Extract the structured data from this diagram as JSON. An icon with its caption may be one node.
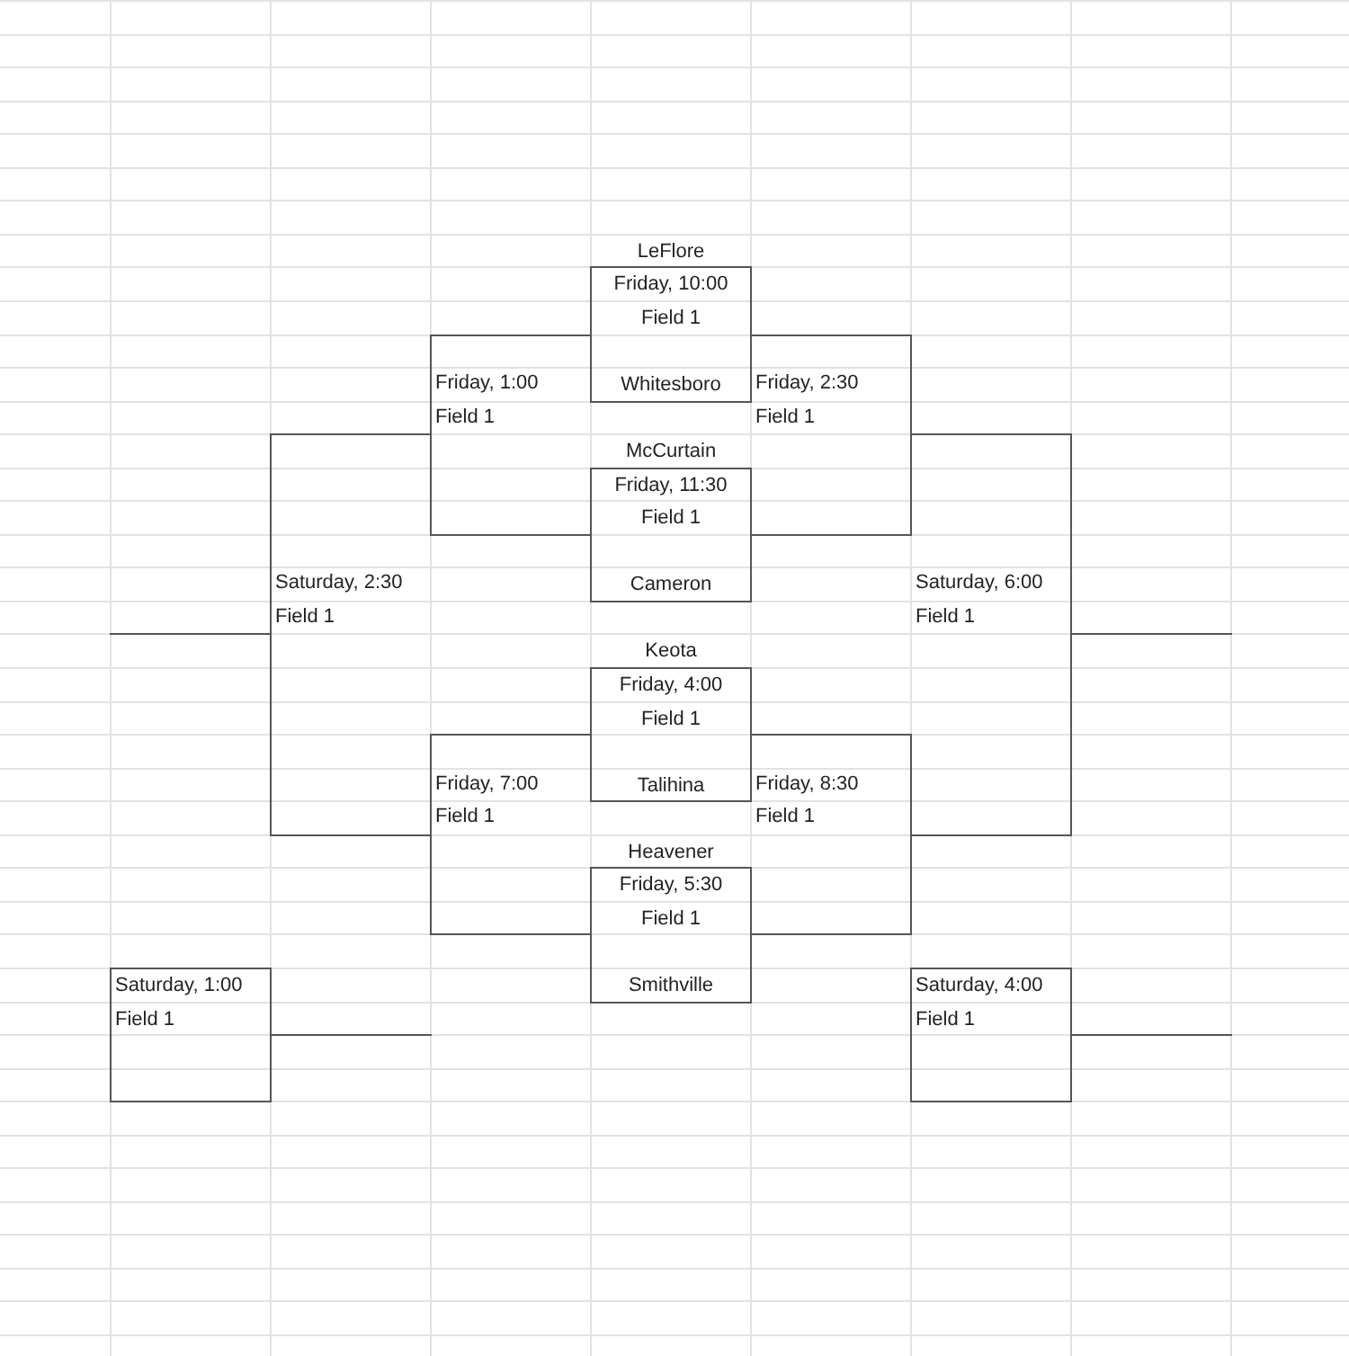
{
  "diagram": {
    "nodes": [
      {
        "text": [
          "LeFlore",
          "Friday, 10:00",
          "Field 1",
          "Whitesboro"
        ]
      },
      {
        "text": [
          "Friday, 1:00",
          "Field 1"
        ]
      },
      {
        "text": [
          "Friday, 2:30",
          "Field 1"
        ]
      },
      {
        "text": [
          "McCurtain",
          "Friday, 11:30",
          "Field 1",
          "Cameron"
        ]
      },
      {
        "text": [
          "Saturday, 2:30",
          "Field 1"
        ]
      },
      {
        "text": [
          "Saturday, 6:00",
          "Field 1"
        ]
      },
      {
        "text": [
          "Keota",
          "Friday, 4:00",
          "Field 1",
          "Talihina"
        ]
      },
      {
        "text": [
          "Friday, 7:00",
          "Field 1"
        ]
      },
      {
        "text": [
          "Friday, 8:30",
          "Field 1"
        ]
      },
      {
        "text": [
          "Heavener",
          "Friday, 5:30",
          "Field 1",
          "Smithville"
        ]
      },
      {
        "text": [
          "Saturday, 1:00",
          "Field 1"
        ]
      },
      {
        "text": [
          "Saturday, 4:00",
          "Field 1"
        ]
      }
    ],
    "edges": [
      {
        "from": 0,
        "to": 1,
        "arrow": "none"
      },
      {
        "from": 3,
        "to": 1,
        "arrow": "none"
      },
      {
        "from": 0,
        "to": 2,
        "arrow": "none"
      },
      {
        "from": 3,
        "to": 2,
        "arrow": "none"
      },
      {
        "from": 6,
        "to": 7,
        "arrow": "none"
      },
      {
        "from": 9,
        "to": 7,
        "arrow": "none"
      },
      {
        "from": 6,
        "to": 8,
        "arrow": "none"
      },
      {
        "from": 9,
        "to": 8,
        "arrow": "none"
      },
      {
        "from": 1,
        "to": 4,
        "arrow": "none"
      },
      {
        "from": 7,
        "to": 4,
        "arrow": "none"
      },
      {
        "from": 2,
        "to": 5,
        "arrow": "none"
      },
      {
        "from": 8,
        "to": 5,
        "arrow": "none"
      },
      {
        "from": 4,
        "to": null,
        "arrow": "none"
      },
      {
        "from": 5,
        "to": null,
        "arrow": "none"
      },
      {
        "from": 10,
        "to": null,
        "arrow": "none"
      },
      {
        "from": 11,
        "to": null,
        "arrow": "none"
      }
    ]
  }
}
